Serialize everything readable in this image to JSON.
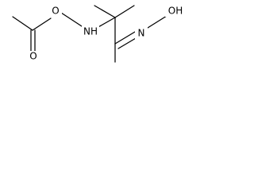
{
  "structure": {
    "atoms": {
      "o_ester": "O",
      "o_carbonyl": "O",
      "nh": "NH",
      "n_oxime": "N",
      "oh": "OH"
    }
  },
  "colors": {
    "bond": "#000000",
    "text": "#000000",
    "background": "#ffffff"
  }
}
